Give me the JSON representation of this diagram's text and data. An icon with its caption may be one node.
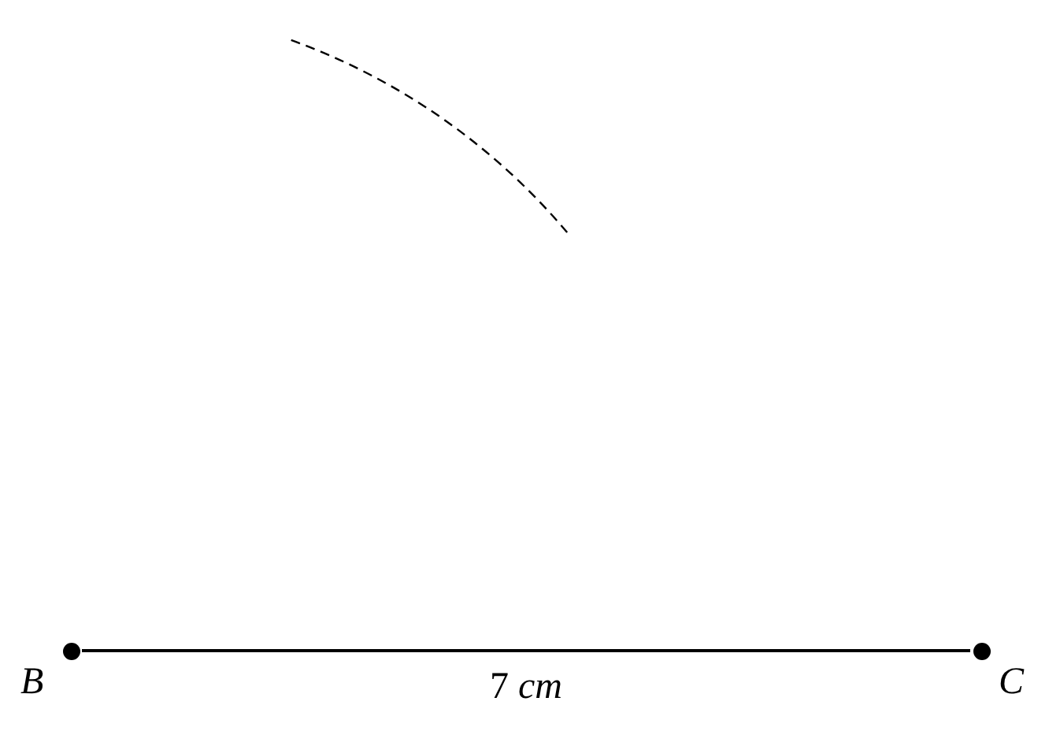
{
  "diagram": {
    "nodes": [
      {
        "text": [
          "B"
        ]
      },
      {
        "text": [
          "C"
        ]
      }
    ],
    "edges": [
      {
        "from": 0,
        "to": 1,
        "arrow": "none",
        "label": "7 *cm*"
      }
    ]
  }
}
